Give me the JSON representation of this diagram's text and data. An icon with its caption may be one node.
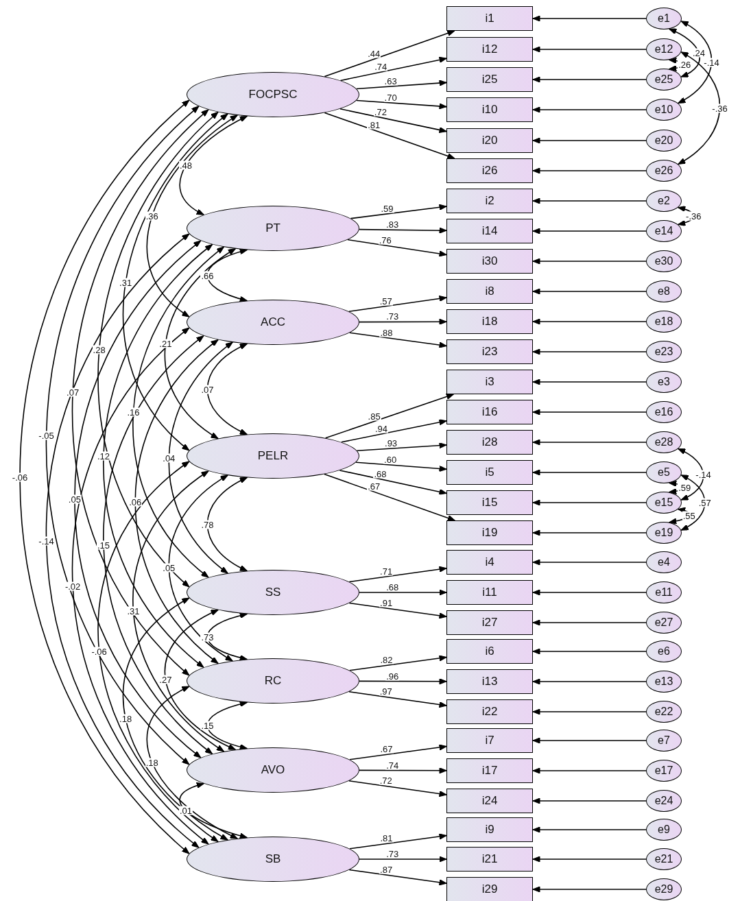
{
  "diagram": {
    "nodes": [
      {
        "text": [
          "FOCPSC"
        ]
      },
      {
        "text": [
          "PT"
        ]
      },
      {
        "text": [
          "ACC"
        ]
      },
      {
        "text": [
          "PELR"
        ]
      },
      {
        "text": [
          "SS"
        ]
      },
      {
        "text": [
          "RC"
        ]
      },
      {
        "text": [
          "AVO"
        ]
      },
      {
        "text": [
          "SB"
        ]
      },
      {
        "text": [
          "i1"
        ]
      },
      {
        "text": [
          "i12"
        ]
      },
      {
        "text": [
          "i25"
        ]
      },
      {
        "text": [
          "i10"
        ]
      },
      {
        "text": [
          "i20"
        ]
      },
      {
        "text": [
          "i26"
        ]
      },
      {
        "text": [
          "i2"
        ]
      },
      {
        "text": [
          "i14"
        ]
      },
      {
        "text": [
          "i30"
        ]
      },
      {
        "text": [
          "i8"
        ]
      },
      {
        "text": [
          "i18"
        ]
      },
      {
        "text": [
          "i23"
        ]
      },
      {
        "text": [
          "i3"
        ]
      },
      {
        "text": [
          "i16"
        ]
      },
      {
        "text": [
          "i28"
        ]
      },
      {
        "text": [
          "i5"
        ]
      },
      {
        "text": [
          "i15"
        ]
      },
      {
        "text": [
          "i19"
        ]
      },
      {
        "text": [
          "i4"
        ]
      },
      {
        "text": [
          "i11"
        ]
      },
      {
        "text": [
          "i27"
        ]
      },
      {
        "text": [
          "i6"
        ]
      },
      {
        "text": [
          "i13"
        ]
      },
      {
        "text": [
          "i22"
        ]
      },
      {
        "text": [
          "i7"
        ]
      },
      {
        "text": [
          "i17"
        ]
      },
      {
        "text": [
          "i24"
        ]
      },
      {
        "text": [
          "i9"
        ]
      },
      {
        "text": [
          "i21"
        ]
      },
      {
        "text": [
          "i29"
        ]
      },
      {
        "text": [
          "e1"
        ]
      },
      {
        "text": [
          "e12"
        ]
      },
      {
        "text": [
          "e25"
        ]
      },
      {
        "text": [
          "e10"
        ]
      },
      {
        "text": [
          "e20"
        ]
      },
      {
        "text": [
          "e26"
        ]
      },
      {
        "text": [
          "e2"
        ]
      },
      {
        "text": [
          "e14"
        ]
      },
      {
        "text": [
          "e30"
        ]
      },
      {
        "text": [
          "e8"
        ]
      },
      {
        "text": [
          "e18"
        ]
      },
      {
        "text": [
          "e23"
        ]
      },
      {
        "text": [
          "e3"
        ]
      },
      {
        "text": [
          "e16"
        ]
      },
      {
        "text": [
          "e28"
        ]
      },
      {
        "text": [
          "e5"
        ]
      },
      {
        "text": [
          "e15"
        ]
      },
      {
        "text": [
          "e19"
        ]
      },
      {
        "text": [
          "e4"
        ]
      },
      {
        "text": [
          "e11"
        ]
      },
      {
        "text": [
          "e27"
        ]
      },
      {
        "text": [
          "e6"
        ]
      },
      {
        "text": [
          "e13"
        ]
      },
      {
        "text": [
          "e22"
        ]
      },
      {
        "text": [
          "e7"
        ]
      },
      {
        "text": [
          "e17"
        ]
      },
      {
        "text": [
          "e24"
        ]
      },
      {
        "text": [
          "e9"
        ]
      },
      {
        "text": [
          "e21"
        ]
      },
      {
        "text": [
          "e29"
        ]
      }
    ],
    "edges": [
      {
        "from": 0,
        "to": 8,
        "arrow": "to",
        "label": ".44"
      },
      {
        "from": 0,
        "to": 9,
        "arrow": "to",
        "label": ".74"
      },
      {
        "from": 0,
        "to": 10,
        "arrow": "to",
        "label": ".63"
      },
      {
        "from": 0,
        "to": 11,
        "arrow": "to",
        "label": ".70"
      },
      {
        "from": 0,
        "to": 12,
        "arrow": "to",
        "label": ".72"
      },
      {
        "from": 0,
        "to": 13,
        "arrow": "to",
        "label": ".81"
      },
      {
        "from": 1,
        "to": 14,
        "arrow": "to",
        "label": ".59"
      },
      {
        "from": 1,
        "to": 15,
        "arrow": "to",
        "label": ".83"
      },
      {
        "from": 1,
        "to": 16,
        "arrow": "to",
        "label": ".76"
      },
      {
        "from": 2,
        "to": 17,
        "arrow": "to",
        "label": ".57"
      },
      {
        "from": 2,
        "to": 18,
        "arrow": "to",
        "label": ".73"
      },
      {
        "from": 2,
        "to": 19,
        "arrow": "to",
        "label": ".88"
      },
      {
        "from": 3,
        "to": 20,
        "arrow": "to",
        "label": ".85"
      },
      {
        "from": 3,
        "to": 21,
        "arrow": "to",
        "label": ".94"
      },
      {
        "from": 3,
        "to": 22,
        "arrow": "to",
        "label": ".93"
      },
      {
        "from": 3,
        "to": 23,
        "arrow": "to",
        "label": ".60"
      },
      {
        "from": 3,
        "to": 24,
        "arrow": "to",
        "label": ".68"
      },
      {
        "from": 3,
        "to": 25,
        "arrow": "to",
        "label": ".67"
      },
      {
        "from": 4,
        "to": 26,
        "arrow": "to",
        "label": ".71"
      },
      {
        "from": 4,
        "to": 27,
        "arrow": "to",
        "label": ".68"
      },
      {
        "from": 4,
        "to": 28,
        "arrow": "to",
        "label": ".91"
      },
      {
        "from": 5,
        "to": 29,
        "arrow": "to",
        "label": ".82"
      },
      {
        "from": 5,
        "to": 30,
        "arrow": "to",
        "label": ".96"
      },
      {
        "from": 5,
        "to": 31,
        "arrow": "to",
        "label": ".97"
      },
      {
        "from": 6,
        "to": 32,
        "arrow": "to",
        "label": ".67"
      },
      {
        "from": 6,
        "to": 33,
        "arrow": "to",
        "label": ".74"
      },
      {
        "from": 6,
        "to": 34,
        "arrow": "to",
        "label": ".72"
      },
      {
        "from": 7,
        "to": 35,
        "arrow": "to",
        "label": ".81"
      },
      {
        "from": 7,
        "to": 36,
        "arrow": "to",
        "label": ".73"
      },
      {
        "from": 7,
        "to": 37,
        "arrow": "to",
        "label": ".87"
      },
      {
        "from": 38,
        "to": 8,
        "arrow": "to"
      },
      {
        "from": 39,
        "to": 9,
        "arrow": "to"
      },
      {
        "from": 40,
        "to": 10,
        "arrow": "to"
      },
      {
        "from": 41,
        "to": 11,
        "arrow": "to"
      },
      {
        "from": 42,
        "to": 12,
        "arrow": "to"
      },
      {
        "from": 43,
        "to": 13,
        "arrow": "to"
      },
      {
        "from": 44,
        "to": 14,
        "arrow": "to"
      },
      {
        "from": 45,
        "to": 15,
        "arrow": "to"
      },
      {
        "from": 46,
        "to": 16,
        "arrow": "to"
      },
      {
        "from": 47,
        "to": 17,
        "arrow": "to"
      },
      {
        "from": 48,
        "to": 18,
        "arrow": "to"
      },
      {
        "from": 49,
        "to": 19,
        "arrow": "to"
      },
      {
        "from": 50,
        "to": 20,
        "arrow": "to"
      },
      {
        "from": 51,
        "to": 21,
        "arrow": "to"
      },
      {
        "from": 52,
        "to": 22,
        "arrow": "to"
      },
      {
        "from": 53,
        "to": 23,
        "arrow": "to"
      },
      {
        "from": 54,
        "to": 24,
        "arrow": "to"
      },
      {
        "from": 55,
        "to": 25,
        "arrow": "to"
      },
      {
        "from": 56,
        "to": 26,
        "arrow": "to"
      },
      {
        "from": 57,
        "to": 27,
        "arrow": "to"
      },
      {
        "from": 58,
        "to": 28,
        "arrow": "to"
      },
      {
        "from": 59,
        "to": 29,
        "arrow": "to"
      },
      {
        "from": 60,
        "to": 30,
        "arrow": "to"
      },
      {
        "from": 61,
        "to": 31,
        "arrow": "to"
      },
      {
        "from": 62,
        "to": 32,
        "arrow": "to"
      },
      {
        "from": 63,
        "to": 33,
        "arrow": "to"
      },
      {
        "from": 64,
        "to": 34,
        "arrow": "to"
      },
      {
        "from": 65,
        "to": 35,
        "arrow": "to"
      },
      {
        "from": 66,
        "to": 36,
        "arrow": "to"
      },
      {
        "from": 67,
        "to": 37,
        "arrow": "to"
      },
      {
        "from": 38,
        "to": 40,
        "arrow": "both",
        "label": ".24"
      },
      {
        "from": 39,
        "to": 40,
        "arrow": "both",
        "label": ".26"
      },
      {
        "from": 38,
        "to": 41,
        "arrow": "both",
        "label": "-.14"
      },
      {
        "from": 39,
        "to": 43,
        "arrow": "both",
        "label": "-.36"
      },
      {
        "from": 44,
        "to": 45,
        "arrow": "both",
        "label": "-.36"
      },
      {
        "from": 52,
        "to": 54,
        "arrow": "both",
        "label": "-.14"
      },
      {
        "from": 53,
        "to": 54,
        "arrow": "both",
        "label": ".59"
      },
      {
        "from": 53,
        "to": 55,
        "arrow": "both",
        "label": ".57"
      },
      {
        "from": 54,
        "to": 55,
        "arrow": "both",
        "label": ".55"
      },
      {
        "from": 0,
        "to": 1,
        "arrow": "both",
        "label": ".48"
      },
      {
        "from": 0,
        "to": 2,
        "arrow": "both",
        "label": ".36"
      },
      {
        "from": 0,
        "to": 3,
        "arrow": "both",
        "label": ".31"
      },
      {
        "from": 0,
        "to": 4,
        "arrow": "both",
        "label": ".28"
      },
      {
        "from": 0,
        "to": 5,
        "arrow": "both",
        "label": ".07"
      },
      {
        "from": 0,
        "to": 6,
        "arrow": "both",
        "label": "-.05"
      },
      {
        "from": 0,
        "to": 7,
        "arrow": "both",
        "label": "-.06"
      },
      {
        "from": 1,
        "to": 2,
        "arrow": "both",
        "label": ".66"
      },
      {
        "from": 1,
        "to": 3,
        "arrow": "both",
        "label": ".21"
      },
      {
        "from": 1,
        "to": 4,
        "arrow": "both",
        "label": ".16"
      },
      {
        "from": 1,
        "to": 5,
        "arrow": "both",
        "label": ".12"
      },
      {
        "from": 1,
        "to": 6,
        "arrow": "both",
        "label": ".05"
      },
      {
        "from": 1,
        "to": 7,
        "arrow": "both",
        "label": "-.14"
      },
      {
        "from": 2,
        "to": 3,
        "arrow": "both",
        "label": ".07"
      },
      {
        "from": 2,
        "to": 4,
        "arrow": "both",
        "label": ".04"
      },
      {
        "from": 2,
        "to": 5,
        "arrow": "both",
        "label": ".06"
      },
      {
        "from": 2,
        "to": 6,
        "arrow": "both",
        "label": ".15"
      },
      {
        "from": 2,
        "to": 7,
        "arrow": "both",
        "label": "-.02"
      },
      {
        "from": 3,
        "to": 4,
        "arrow": "both",
        "label": ".78"
      },
      {
        "from": 3,
        "to": 5,
        "arrow": "both",
        "label": ".05"
      },
      {
        "from": 3,
        "to": 6,
        "arrow": "both",
        "label": ".31"
      },
      {
        "from": 3,
        "to": 7,
        "arrow": "both",
        "label": "-.06"
      },
      {
        "from": 4,
        "to": 5,
        "arrow": "both",
        "label": ".73"
      },
      {
        "from": 4,
        "to": 6,
        "arrow": "both",
        "label": ".27"
      },
      {
        "from": 4,
        "to": 7,
        "arrow": "both",
        "label": ".18"
      },
      {
        "from": 5,
        "to": 6,
        "arrow": "both",
        "label": ".15"
      },
      {
        "from": 5,
        "to": 7,
        "arrow": "both",
        "label": ".18"
      },
      {
        "from": 6,
        "to": 7,
        "arrow": "both",
        "label": ".01"
      }
    ]
  }
}
